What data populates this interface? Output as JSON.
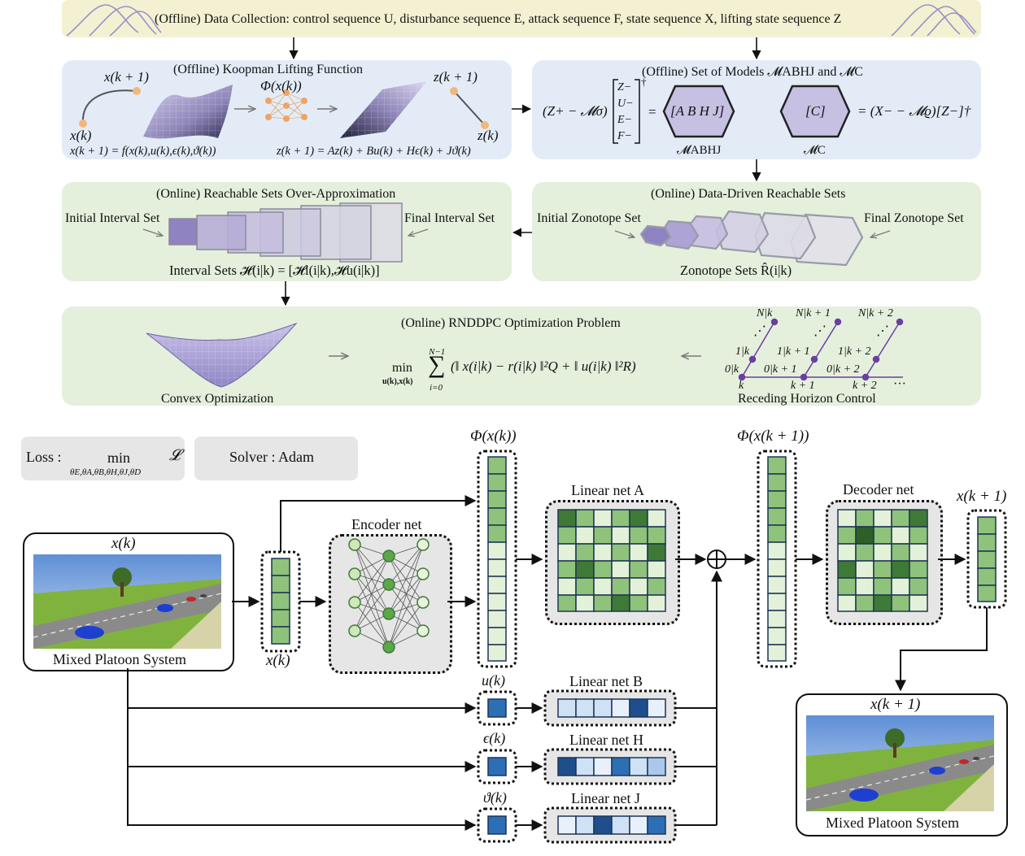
{
  "colors": {
    "band": "#f4f0d2",
    "blue_panel": "#e3ecf6",
    "green_panel": "#e4f0dc",
    "purple": "#b8b0dc",
    "green_cell": "#8fc27a",
    "dark_green": "#3e7a36",
    "light_green": "#e3f1d8",
    "blue_cell": "#2d6fb5",
    "light_blue": "#cfe1f4",
    "navy": "#1d3556"
  },
  "top_band": {
    "text": "(Offline) Data Collection: control sequence U, disturbance sequence E, attack sequence F, state sequence X, lifting state sequence Z"
  },
  "koopman": {
    "title": "(Offline) Koopman Lifting Function",
    "xk1": "x(k + 1)",
    "xk": "x(k)",
    "phi": "Φ(x(k))",
    "zk1": "z(k + 1)",
    "zk": "z(k)",
    "eq_left": "x(k + 1) = f(x(k),u(k),ϵ(k),ϑ(k))",
    "eq_right": "z(k + 1) = Az(k) + Bu(k) + Hϵ(k) + Jϑ(k)"
  },
  "models": {
    "title": "(Offline) Set of Models 𝓜ABHJ and 𝓜C",
    "lhs": "(Z+ − 𝓜σ)",
    "matrix_rows": [
      "Z−",
      "U−",
      "E−",
      "F−"
    ],
    "dagger": "†",
    "eq": "=",
    "hex1_label": "[A B H J]",
    "hex2_label": "[C]",
    "hex1_caption": "𝓜ABHJ",
    "hex2_caption": "𝓜C",
    "rhs": "= (X− − 𝓜ϱ)[Z−]†"
  },
  "reach_interval": {
    "title": "(Online) Reachable Sets Over-Approximation",
    "initial": "Initial Interval Set",
    "final": "Final Interval Set",
    "caption": "Interval Sets  𝓗(i|k) = [𝓗l(i|k),𝓗u(i|k)]"
  },
  "reach_zono": {
    "title": "(Online) Data-Driven Reachable Sets",
    "initial": "Initial Zonotope Set",
    "final": "Final Zonotope Set",
    "caption": "Zonotope Sets  R̂(i|k)"
  },
  "opt": {
    "title": "(Online) RNDDPC Optimization Problem",
    "convex": "Convex Optimization",
    "min": "min",
    "min_sub": "u(k),x(k)",
    "sum_top": "N−1",
    "sum_sym": "∑",
    "sum_bot": "i=0",
    "objective": "(‖ x(i|k) − r(i|k) ‖²Q + ‖ u(i|k) ‖²R)",
    "rhc": "Receding Horizon Control",
    "rhc_labels": [
      "N|k",
      "N|k + 1",
      "N|k + 2",
      "1|k",
      "1|k + 1",
      "1|k + 2",
      "0|k",
      "0|k + 1",
      "0|k + 2",
      "k",
      "k + 1",
      "k + 2",
      "···",
      "⋰",
      "⋰",
      "⋰"
    ]
  },
  "bottom": {
    "loss_label": "Loss :",
    "loss_min": "min",
    "loss_sub": "θE,θA,θB,θH,θJ,θD",
    "loss_sym": "𝓛",
    "solver": "Solver : Adam",
    "xk": "x(k)",
    "xk_small": "x(k)",
    "system": "Mixed Platoon System",
    "encoder": "Encoder net",
    "phi_xk": "Φ(x(k))",
    "lin_a": "Linear net A",
    "phi_xk1": "Φ(x(k + 1))",
    "decoder": "Decoder net",
    "xk1": "x(k + 1)",
    "uk": "u(k)",
    "lin_b": "Linear net B",
    "ek": "ϵ(k)",
    "lin_h": "Linear net H",
    "vk": "ϑ(k)",
    "lin_j": "Linear net J",
    "xk1_out": "x(k + 1)",
    "system_out": "Mixed Platoon System"
  }
}
